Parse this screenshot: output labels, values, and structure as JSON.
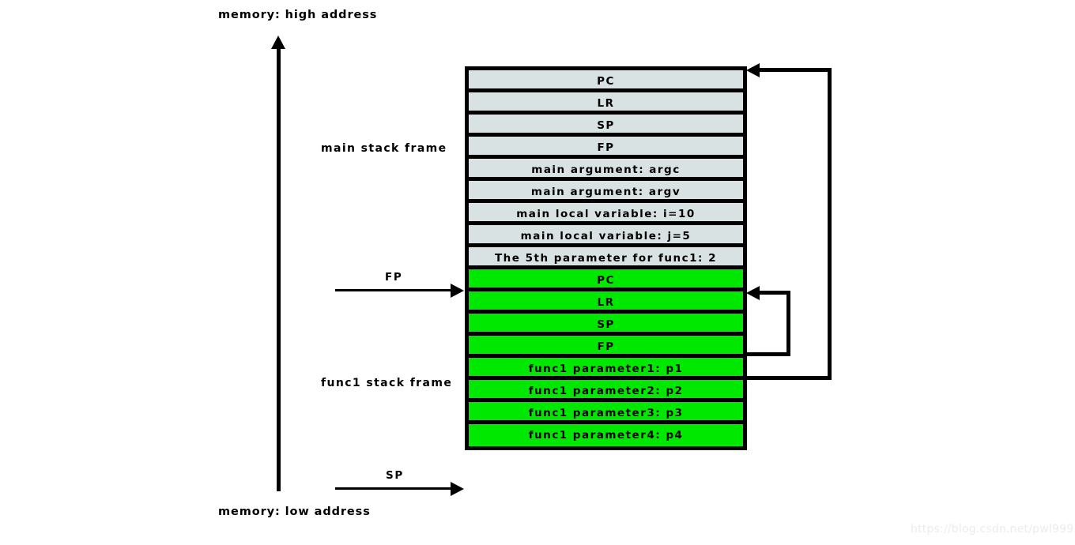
{
  "diagram": {
    "top_label": "memory: high address",
    "bottom_label": "memory: low address",
    "frames": [
      {
        "label": "main stack frame"
      },
      {
        "label": "func1 stack frame"
      }
    ],
    "pointers": [
      {
        "name": "FP",
        "label": "FP"
      },
      {
        "name": "SP",
        "label": "SP"
      }
    ],
    "rows": [
      {
        "text": "PC",
        "frame": "main"
      },
      {
        "text": "LR",
        "frame": "main"
      },
      {
        "text": "SP",
        "frame": "main"
      },
      {
        "text": "FP",
        "frame": "main"
      },
      {
        "text": "main argument:  argc",
        "frame": "main"
      },
      {
        "text": "main argument:  argv",
        "frame": "main"
      },
      {
        "text": "main local variable:  i=10",
        "frame": "main"
      },
      {
        "text": "main local variable:  j=5",
        "frame": "main"
      },
      {
        "text": "The 5th parameter for func1: 2",
        "frame": "main"
      },
      {
        "text": "PC",
        "frame": "func1"
      },
      {
        "text": "LR",
        "frame": "func1"
      },
      {
        "text": "SP",
        "frame": "func1"
      },
      {
        "text": "FP",
        "frame": "func1"
      },
      {
        "text": "func1 parameter1: p1",
        "frame": "func1"
      },
      {
        "text": "func1 parameter2: p2",
        "frame": "func1"
      },
      {
        "text": "func1 parameter3: p3",
        "frame": "func1"
      },
      {
        "text": "func1 parameter4: p4",
        "frame": "func1"
      }
    ],
    "colors": {
      "main_frame_fill": "#d8e2e2",
      "func1_frame_fill": "#00e800",
      "border": "#000000",
      "watermark": "#ececed"
    },
    "watermark": "https://blog.csdn.net/pwl999"
  }
}
